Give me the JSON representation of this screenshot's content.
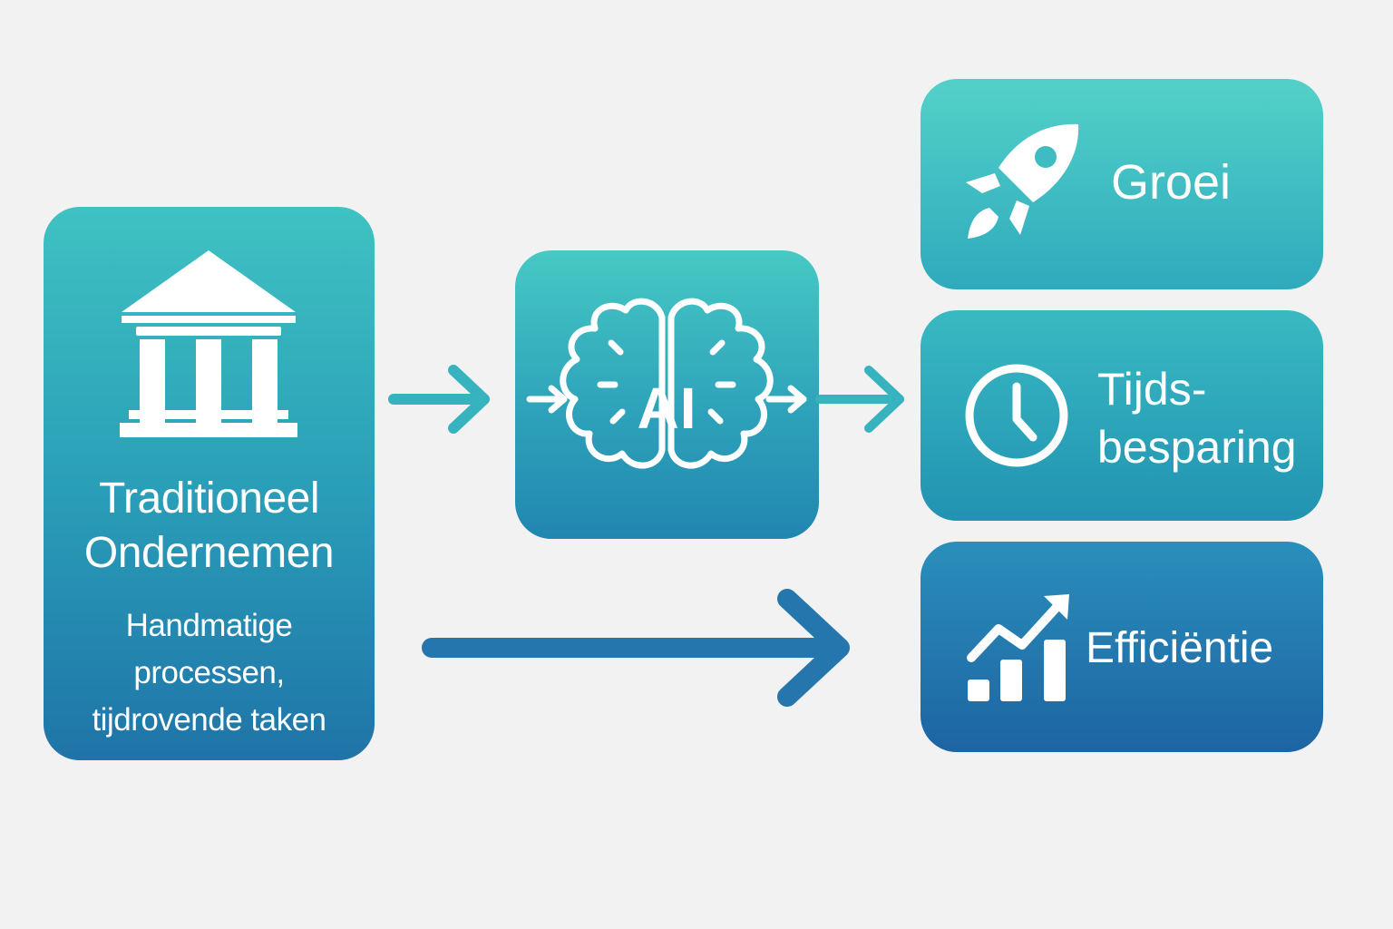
{
  "traditional": {
    "title_lines": [
      "Traditioneel",
      "Ondernemen"
    ],
    "subtitle_lines": [
      "Handmatige",
      "processen,",
      "tijdrovende taken"
    ],
    "icon": "bank-building-icon"
  },
  "ai": {
    "label": "AI",
    "icon": "brain-icon"
  },
  "outcomes": [
    {
      "label": "Groei",
      "icon": "rocket-icon"
    },
    {
      "label_lines": [
        "Tijds-",
        "besparing"
      ],
      "icon": "clock-icon"
    },
    {
      "label": "Efficiëntie",
      "icon": "growth-chart-icon"
    }
  ],
  "colors": {
    "background": "#f2f2f2",
    "teal": "#3fc2c2",
    "blue": "#1f74a8",
    "arrow_teal": "#37b3bf",
    "arrow_blue": "#2476ad",
    "text": "#ffffff"
  }
}
